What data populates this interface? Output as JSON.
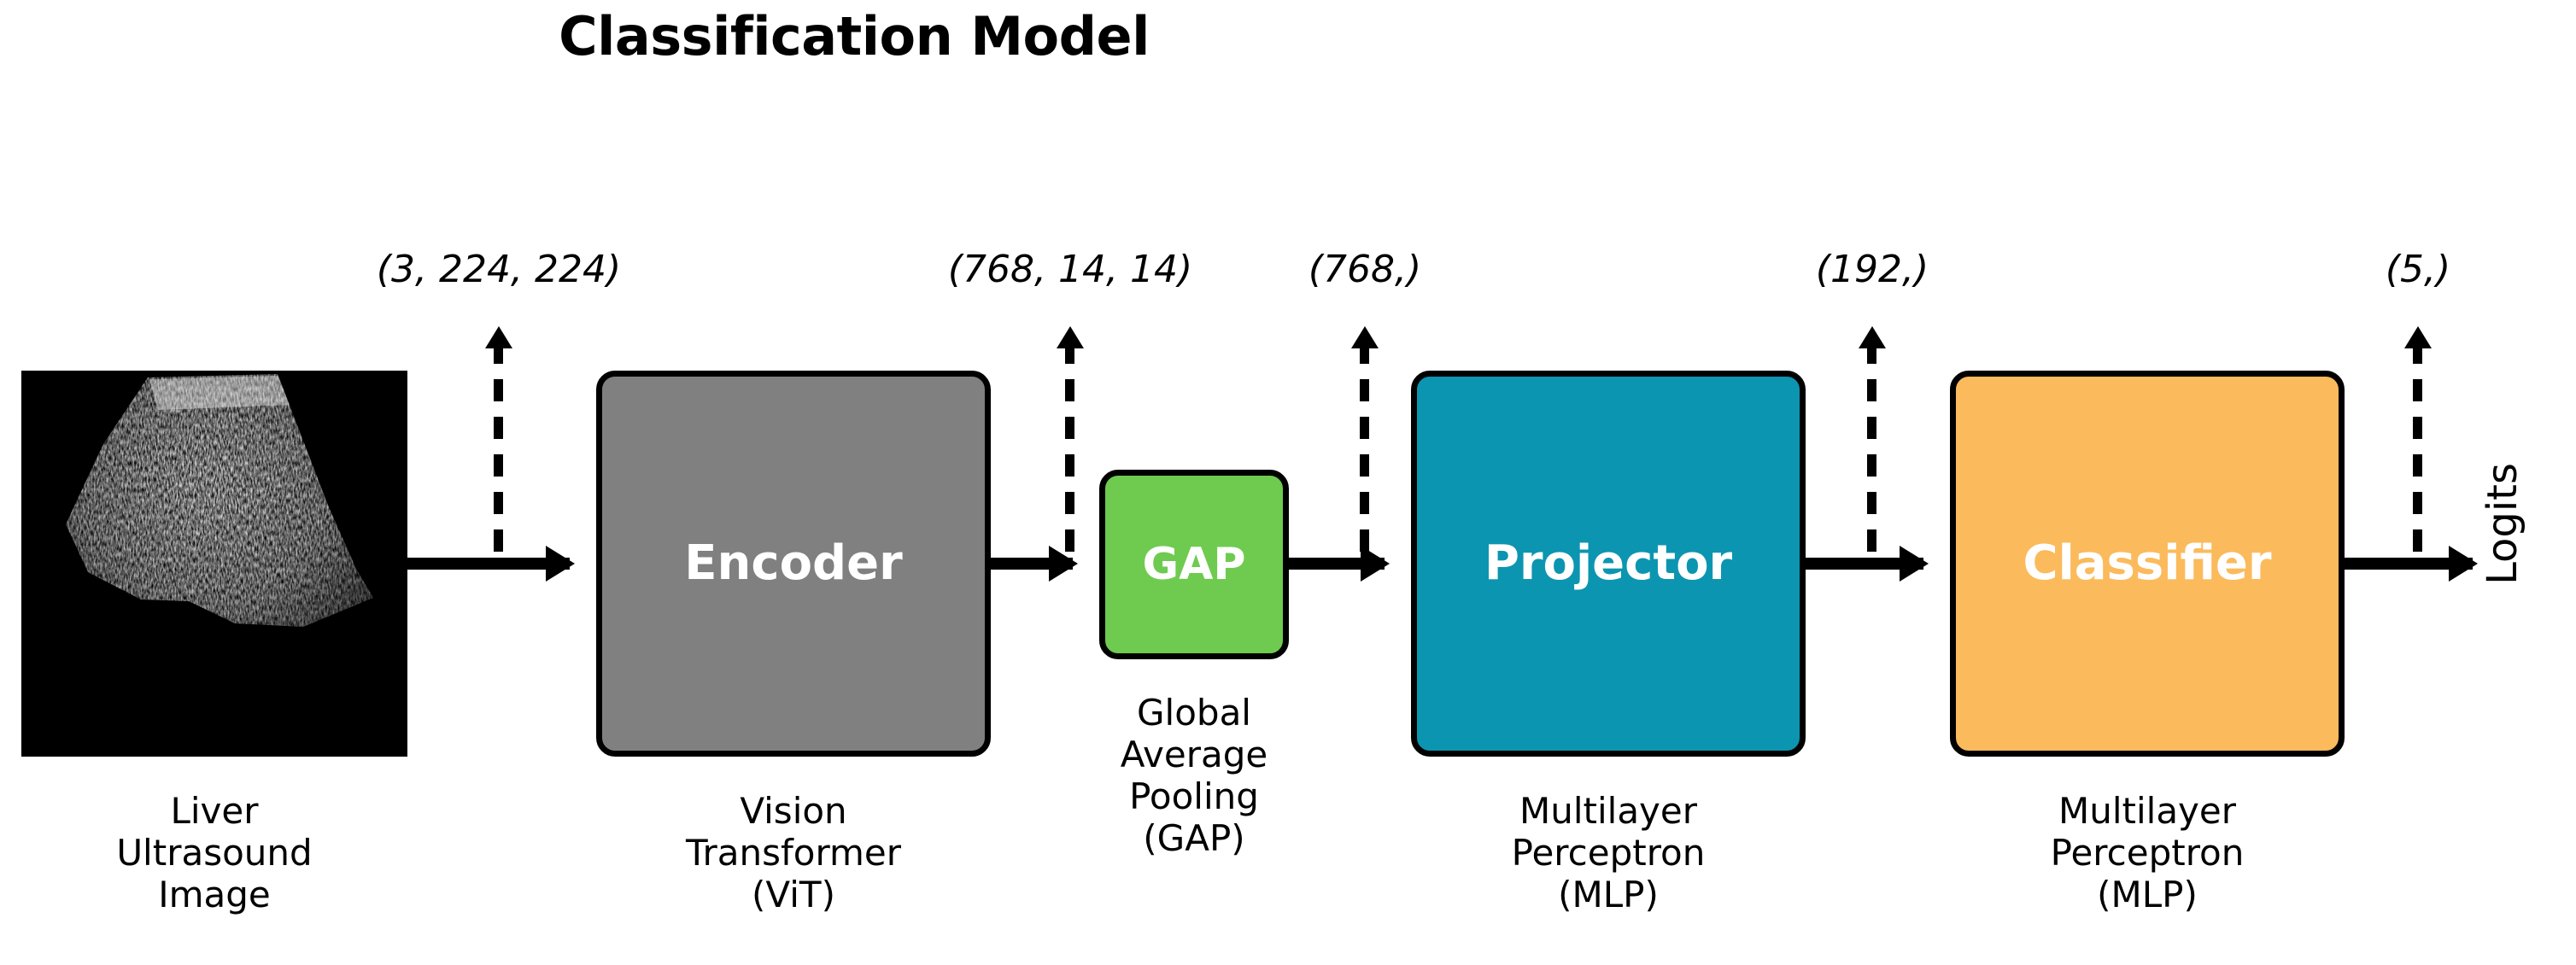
{
  "title": "Classification Model",
  "colors": {
    "encoder": "#808080",
    "gap": "#6ECB4F",
    "projector": "#0C95B0",
    "classifier": "#FBBA5C",
    "arrow": "#000000",
    "background": "#ffffff",
    "block_text": "#ffffff",
    "label_text": "#000000"
  },
  "input": {
    "alt": "liver-ultrasound-image",
    "caption": "Liver\nUltrasound\nImage"
  },
  "blocks": [
    {
      "id": "encoder",
      "label": "Encoder",
      "caption": "Vision\nTransformer\n(ViT)",
      "color": "#808080"
    },
    {
      "id": "gap",
      "label": "GAP",
      "caption": "Global\nAverage\nPooling\n(GAP)",
      "color": "#6ECB4F"
    },
    {
      "id": "projector",
      "label": "Projector",
      "caption": "Multilayer\nPerceptron\n(MLP)",
      "color": "#0C95B0"
    },
    {
      "id": "classifier",
      "label": "Classifier",
      "caption": "Multilayer\nPerceptron\n(MLP)",
      "color": "#FBBA5C"
    }
  ],
  "shapes": [
    {
      "id": "input-shape",
      "text": "(3, 224, 224)"
    },
    {
      "id": "encoder-output",
      "text": "(768, 14, 14)"
    },
    {
      "id": "gap-output",
      "text": "(768,)"
    },
    {
      "id": "projector-output",
      "text": "(192,)"
    },
    {
      "id": "classifier-output",
      "text": "(5,)"
    }
  ],
  "output": {
    "label": "Logits"
  }
}
